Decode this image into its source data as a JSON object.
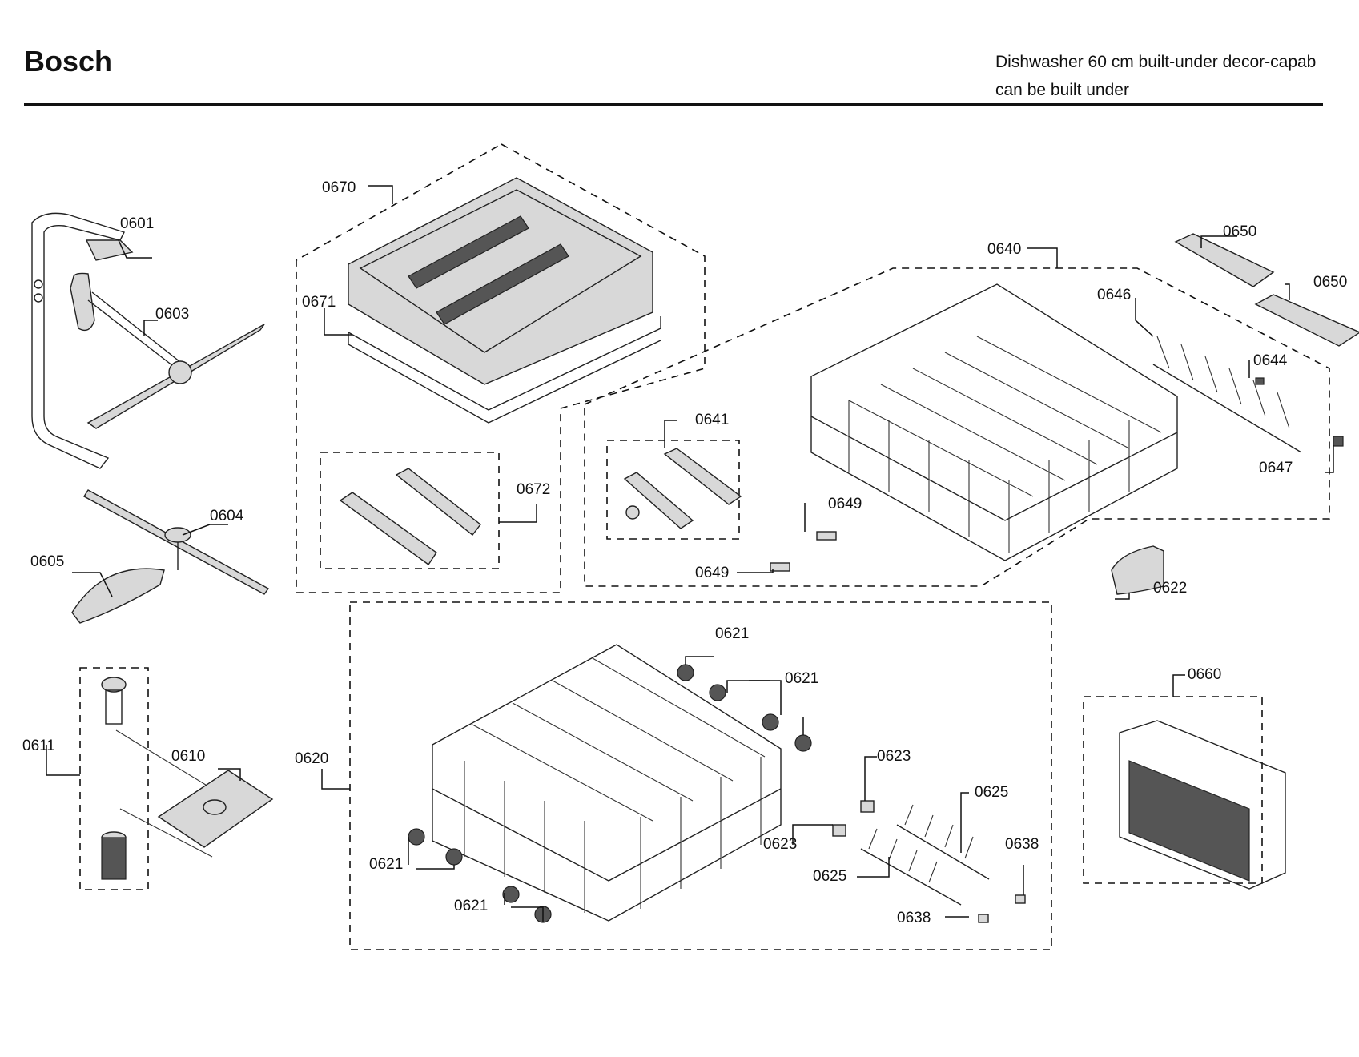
{
  "header": {
    "brand": "Bosch",
    "description_line1": "Dishwasher 60 cm built-under decor-capab",
    "description_line2": "can be built under"
  },
  "callouts": {
    "c0601": "0601",
    "c0603": "0603",
    "c0604": "0604",
    "c0605": "0605",
    "c0610": "0610",
    "c0611": "0611",
    "c0620": "0620",
    "c0621a": "0621",
    "c0621b": "0621",
    "c0621c": "0621",
    "c0621d": "0621",
    "c0622": "0622",
    "c0623a": "0623",
    "c0623b": "0623",
    "c0625a": "0625",
    "c0625b": "0625",
    "c0638a": "0638",
    "c0638b": "0638",
    "c0640": "0640",
    "c0641": "0641",
    "c0644": "0644",
    "c0646": "0646",
    "c0647": "0647",
    "c0649a": "0649",
    "c0649b": "0649",
    "c0650a": "0650",
    "c0650b": "0650",
    "c0660": "0660",
    "c0670": "0670",
    "c0671": "0671",
    "c0672": "0672"
  }
}
